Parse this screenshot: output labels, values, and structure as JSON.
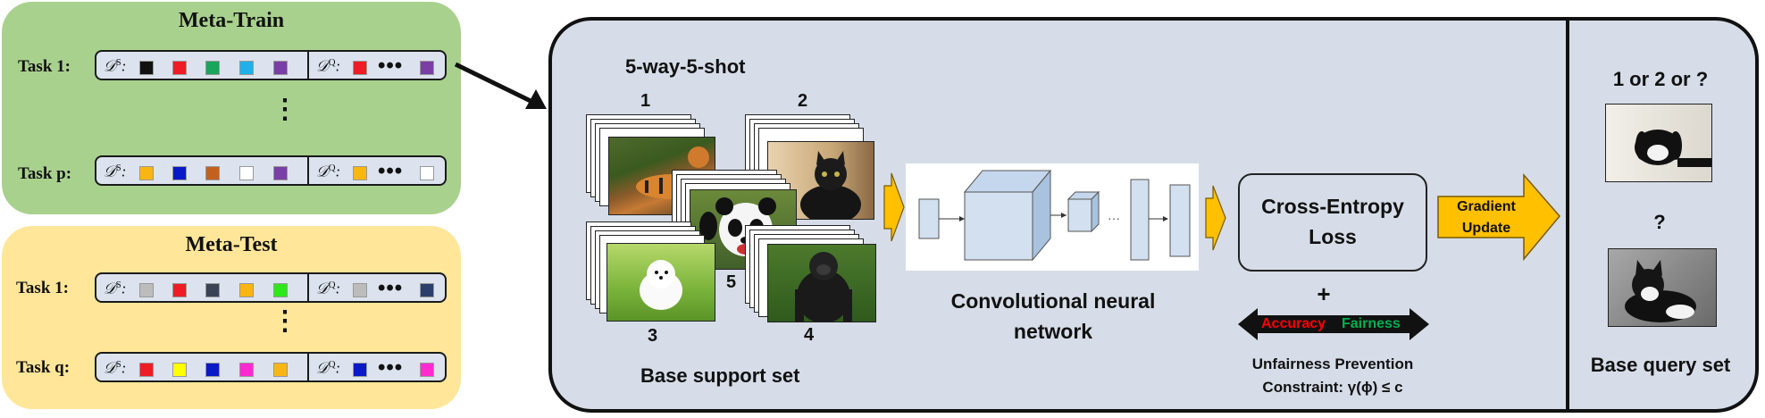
{
  "meta_train": {
    "title": "Meta-Train",
    "tasks": [
      {
        "label": "Task 1:",
        "support_colors": [
          "#111111",
          "#ee1c24",
          "#19a55a",
          "#1fb0ea",
          "#7a3fa6"
        ],
        "query_colors": [
          "#ee1c24",
          "#7a3fa6"
        ]
      },
      {
        "label": "Task p:",
        "support_colors": [
          "#f9b512",
          "#0a19c6",
          "#c2611f",
          "#ffffff",
          "#7a3fa6"
        ],
        "query_colors": [
          "#f9b512",
          "#ffffff"
        ]
      }
    ]
  },
  "meta_test": {
    "title": "Meta-Test",
    "tasks": [
      {
        "label": "Task 1:",
        "support_colors": [
          "#bcbcbc",
          "#ee1c24",
          "#3a4354",
          "#f9b512",
          "#2ee81b"
        ],
        "query_colors": [
          "#bcbcbc",
          "#2c3e6c"
        ]
      },
      {
        "label": "Task q:",
        "support_colors": [
          "#ee1c24",
          "#ffff00",
          "#0a19c6",
          "#ff2bd1",
          "#f9b512"
        ],
        "query_colors": [
          "#0a19c6",
          "#ff2bd1"
        ]
      }
    ]
  },
  "labels": {
    "support_symbol": "𝒟",
    "support_sup": "S",
    "query_symbol": "𝒟",
    "query_sup": "Q",
    "ellipsis": "•••",
    "vdots": "⋮",
    "way_shot": "5-way-5-shot",
    "stack_1": "1",
    "stack_2": "2",
    "stack_3": "3",
    "stack_4": "4",
    "stack_5": "5",
    "base_support": "Base support set",
    "cnn_line1": "Convolutional neural",
    "cnn_line2": "network",
    "cnn_ellipsis": "···",
    "loss_line1": "Cross-Entropy",
    "loss_line2": "Loss",
    "plus": "+",
    "accuracy": "Accuracy",
    "fairness": "Fairness",
    "constraint_line1": "Unfairness Prevention",
    "constraint_line2": "Constraint: γ(ϕ) ≤ c",
    "gradient_line1": "Gradient",
    "gradient_line2": "Update",
    "query_question": "1 or 2 or ?",
    "query_question2": "?",
    "base_query": "Base query set"
  },
  "colors": {
    "meta_train_bg": "#a9d18e",
    "meta_test_bg": "#ffe699",
    "main_panel_bg": "#d6dde8",
    "arrow_yellow": "#ffc000",
    "accuracy_red": "#ff0000",
    "fairness_green": "#00b050"
  }
}
